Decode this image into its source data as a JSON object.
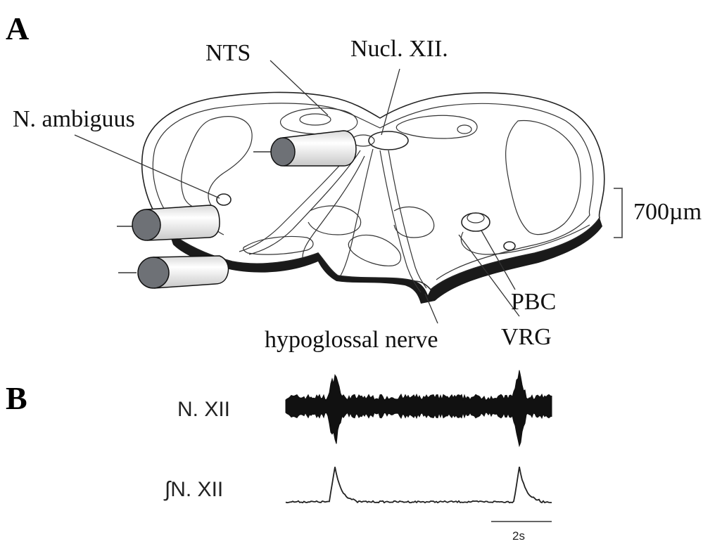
{
  "panel_a": {
    "letter": "A",
    "labels": {
      "nts": "NTS",
      "nucl_xii": "Nucl. XII.",
      "n_ambiguus": "N. ambiguus",
      "scale": "700µm",
      "pbc": "PBC",
      "vrg": "VRG",
      "hypoglossal_nerve": "hypoglossal nerve"
    }
  },
  "panel_b": {
    "letter": "B",
    "trace_raw_label": "N. XII",
    "trace_int_label": "∫N. XII",
    "scale_bar_label": "2s"
  },
  "colors": {
    "ink": "#111111",
    "electrode_fill": "#eeeeee",
    "electrode_tip": "#6e7176",
    "tissue_edge": "#1a1a1a"
  }
}
